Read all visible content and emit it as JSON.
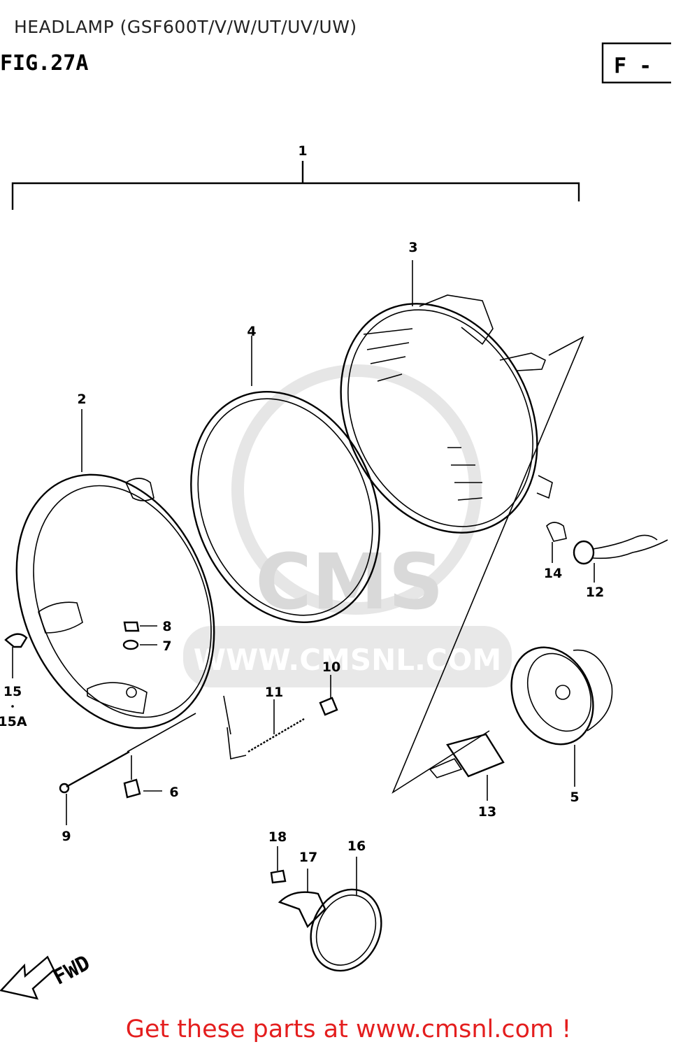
{
  "header": {
    "title": "HEADLAMP (GSF600T/V/W/UT/UV/UW)"
  },
  "figure": {
    "number": "FIG.27A",
    "section_code": "F -"
  },
  "watermark": {
    "text": "WWW.CMSNL.COM",
    "logo_text": "CMS"
  },
  "direction_indicator": {
    "label": "FWD"
  },
  "callouts": [
    {
      "label": "1"
    },
    {
      "label": "2"
    },
    {
      "label": "3"
    },
    {
      "label": "4"
    },
    {
      "label": "5"
    },
    {
      "label": "6"
    },
    {
      "label": "7"
    },
    {
      "label": "8"
    },
    {
      "label": "9"
    },
    {
      "label": "10"
    },
    {
      "label": "11"
    },
    {
      "label": "12"
    },
    {
      "label": "13"
    },
    {
      "label": "14"
    },
    {
      "label": "15"
    },
    {
      "label": "15A"
    },
    {
      "label": "16"
    },
    {
      "label": "17"
    },
    {
      "label": "18"
    }
  ],
  "footer": {
    "link_text": "Get these parts at www.cmsnl.com !"
  },
  "colors": {
    "footer_text": "#e41e1e",
    "watermark": "#d9d9d9",
    "line_art": "#000000"
  }
}
